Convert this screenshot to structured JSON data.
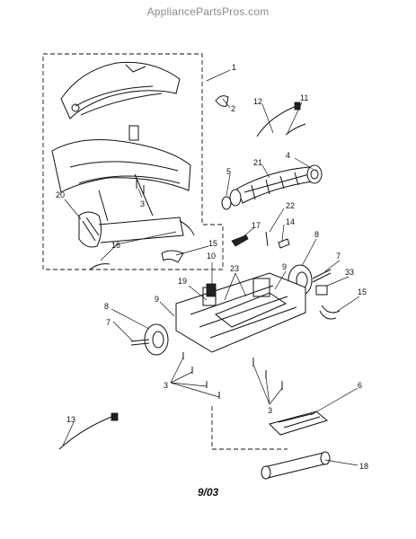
{
  "header": {
    "site": "AppliancePartsPros.com"
  },
  "footer": {
    "date_code": "9/03"
  },
  "callouts": [
    "1",
    "2",
    "12",
    "11",
    "5",
    "21",
    "4",
    "3",
    "20",
    "16",
    "15",
    "17",
    "14",
    "22",
    "8",
    "7",
    "33",
    "10",
    "19",
    "23",
    "9",
    "15",
    "8",
    "9",
    "7",
    "3",
    "3",
    "6",
    "13",
    "18"
  ]
}
